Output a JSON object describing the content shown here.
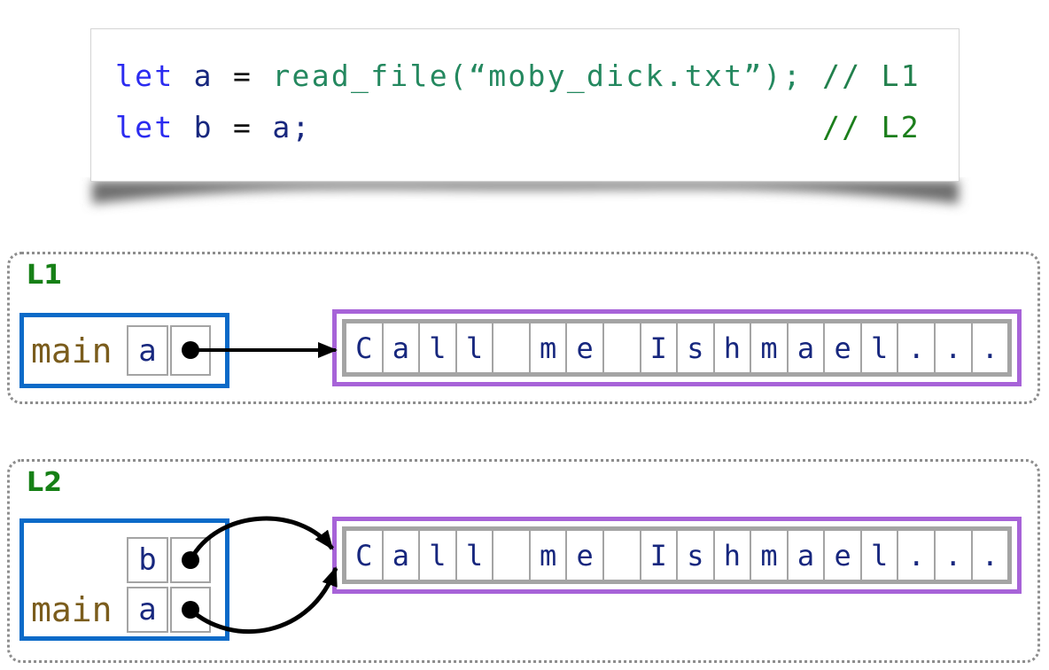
{
  "code": {
    "line1": {
      "keyword": "let ",
      "ident": "a ",
      "operator": "= ",
      "call": "read_file(“moby_dick.txt”); ",
      "comment": "// L1"
    },
    "line2": {
      "keyword": "let ",
      "ident": "b ",
      "operator": "= ",
      "rhs": "a;",
      "padding": "                          ",
      "comment": "// L2"
    }
  },
  "panels": {
    "l1": {
      "label": "L1",
      "frame_label": "main",
      "var_a": "a"
    },
    "l2": {
      "label": "L2",
      "frame_label": "main",
      "var_b": "b",
      "var_a": "a"
    }
  },
  "heap": {
    "cells": [
      "C",
      "a",
      "l",
      "l",
      " ",
      "m",
      "e",
      " ",
      "I",
      "s",
      "h",
      "m",
      "a",
      "e",
      "l",
      ".",
      ".",
      "."
    ]
  },
  "colors": {
    "keyword_blue": "#2b2bf0",
    "identifier_navy": "#17277e",
    "call_teal": "#24885f",
    "comment_l1_green": "#22804d",
    "comment_l2_green": "#1b7e1b",
    "panel_label_green": "#168016",
    "frame_border_blue": "#0b6ac8",
    "heap_border_purple": "#a763d8",
    "cell_border_gray": "#a4a4a4",
    "main_label_brown": "#7a5c1c",
    "arrow_black": "#000000"
  }
}
